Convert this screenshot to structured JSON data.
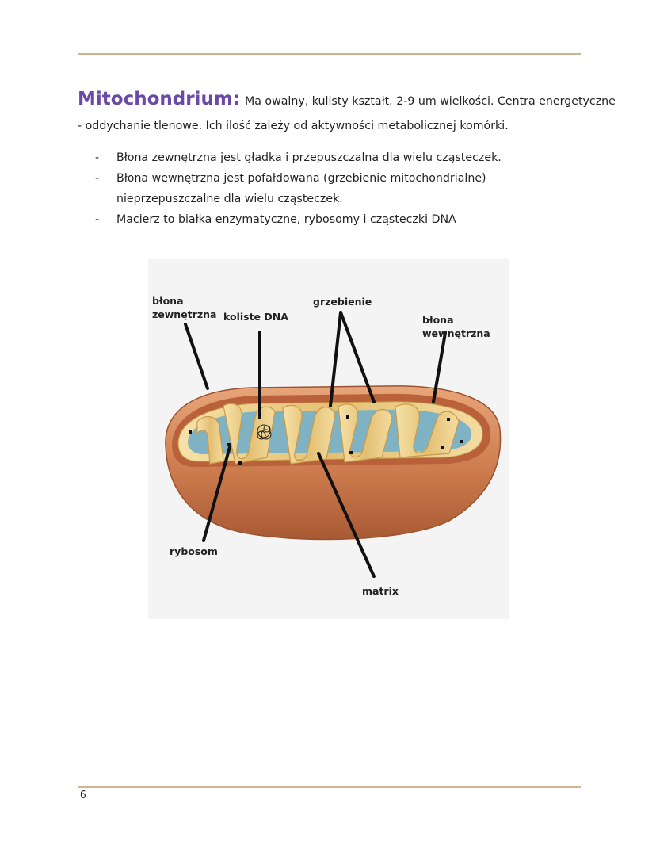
{
  "heading": {
    "title": "Mitochondrium:",
    "text": "Ma owalny, kulisty kształt. 2-9 um wielkości. Centra energetyczne",
    "continuation": "- oddychanie tlenowe. Ich ilość zależy od aktywności metabolicznej komórki."
  },
  "bullets": [
    {
      "dash": "-",
      "text": "Błona zewnętrzna jest gładka i przepuszczalna dla wielu cząsteczek."
    },
    {
      "dash": "-",
      "text": "Błona wewnętrzna jest  pofałdowana (grzebienie mitochondrialne) nieprzepuszczalne dla wielu cząsteczek."
    },
    {
      "dash": "-",
      "text": "Macierz to białka enzymatyczne, rybosomy i cząsteczki DNA"
    }
  ],
  "figure": {
    "labels": {
      "outer_membrane_1": "błona",
      "outer_membrane_2": "zewnętrzna",
      "dna": "koliste DNA",
      "cristae": "grzebienie",
      "inner_membrane_1": "błona",
      "inner_membrane_2": "wewnętrzna",
      "ribosome": "rybosom",
      "matrix": "matrix"
    },
    "colors": {
      "outer": "#c9784a",
      "inner_fold": "#e8c77c",
      "matrix": "#7fb3c4",
      "background": "#f4f4f4"
    }
  },
  "page_number": "6"
}
